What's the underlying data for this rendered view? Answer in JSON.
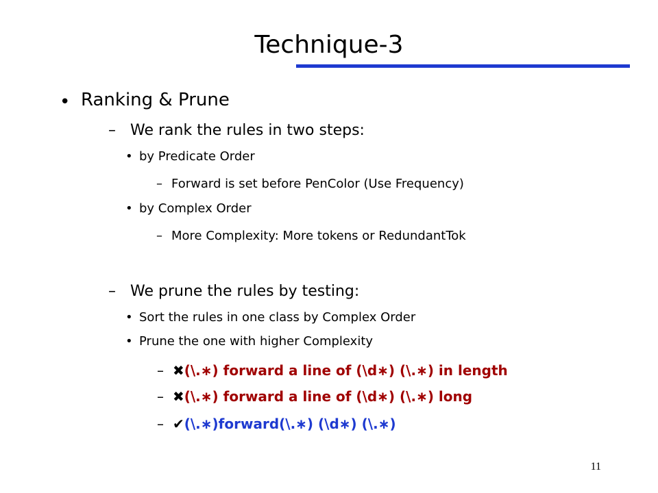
{
  "slide": {
    "title": "Technique-3",
    "accent_color": "#1e3ad0",
    "text_color": "#000000",
    "rule_text_color": "#a00000",
    "page_number": "11"
  },
  "content": {
    "item1": {
      "bullet": "•",
      "text": "Ranking & Prune"
    },
    "item2": {
      "bullet": "–",
      "text": "We rank the rules in two steps:"
    },
    "item3": {
      "bullet": "•",
      "text": "by Predicate Order"
    },
    "item4": {
      "bullet": "–",
      "text": "Forward is set before PenColor (Use Frequency)"
    },
    "item5": {
      "bullet": "•",
      "text": "by Complex Order"
    },
    "item6": {
      "bullet": "–",
      "text": "More Complexity: More tokens or RedundantTok"
    },
    "item7": {
      "bullet": "–",
      "text": "We prune the rules by testing:"
    },
    "item8": {
      "bullet": "•",
      "text": "Sort the rules in one class by Complex Order"
    },
    "item9": {
      "bullet": "•",
      "text": "Prune the one with higher Complexity"
    }
  },
  "rules": [
    {
      "dash": "–",
      "mark": "✖",
      "mark_icon": "cross-mark-icon",
      "text": "(\\.∗) forward a line of (\\d∗) (\\.∗) in length"
    },
    {
      "dash": "–",
      "mark": "✖",
      "mark_icon": "cross-mark-icon",
      "text": "(\\.∗) forward a line of (\\d∗) (\\.∗) long"
    },
    {
      "dash": "–",
      "mark": "✔",
      "mark_icon": "check-mark-icon",
      "text": "(\\.∗)forward(\\.∗) (\\d∗) (\\.∗)"
    }
  ]
}
